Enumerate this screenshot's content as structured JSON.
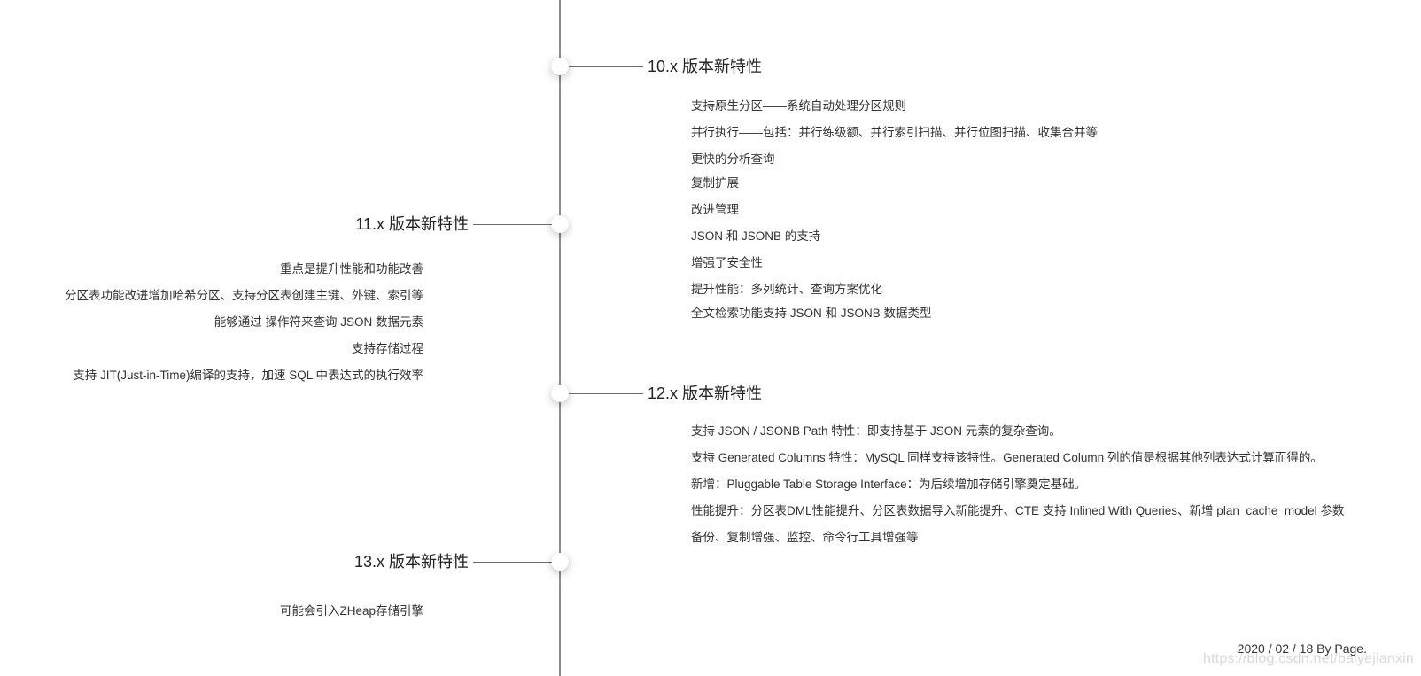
{
  "sections": [
    {
      "title": "10.x 版本新特性",
      "items": [
        "支持原生分区——系统自动处理分区规则",
        "并行执行——包括：并行练级额、并行索引扫描、并行位图扫描、收集合并等",
        "更快的分析查询",
        "复制扩展",
        "改进管理",
        "JSON 和 JSONB 的支持",
        "增强了安全性",
        "提升性能：多列统计、查询方案优化",
        "全文检索功能支持 JSON 和 JSONB 数据类型"
      ]
    },
    {
      "title": "11.x 版本新特性",
      "items": [
        "重点是提升性能和功能改善",
        "分区表功能改进增加哈希分区、支持分区表创建主键、外键、索引等",
        "能够通过 操作符来查询 JSON 数据元素",
        "支持存储过程",
        "支持 JIT(Just-in-Time)编译的支持，加速 SQL 中表达式的执行效率"
      ]
    },
    {
      "title": "12.x 版本新特性",
      "items": [
        "支持 JSON / JSONB Path 特性：即支持基于 JSON 元素的复杂查询。",
        "支持 Generated Columns 特性：MySQL 同样支持该特性。Generated Column 列的值是根据其他列表达式计算而得的。",
        "新增：Pluggable Table Storage Interface：为后续增加存储引擎奠定基础。",
        "性能提升：分区表DML性能提升、分区表数据导入新能提升、CTE 支持 Inlined With Queries、新增 plan_cache_model 参数",
        "备份、复制增强、监控、命令行工具增强等"
      ]
    },
    {
      "title": "13.x 版本新特性",
      "items": [
        "可能会引入ZHeap存储引擎"
      ]
    }
  ],
  "footer": "2020 / 02 / 18 By Page.",
  "watermark": "https://blog.csdn.net/baiyejianxin"
}
